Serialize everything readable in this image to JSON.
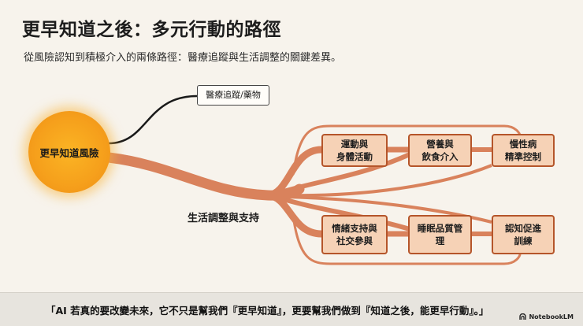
{
  "title": "更早知道之後：多元行動的路徑",
  "subtitle": "從風險認知到積極介入的兩條路徑：醫療追蹤與生活調整的關鍵差異。",
  "center": "更早知道風險",
  "branch_medical": "醫療追蹤/藥物",
  "branch_lifestyle": "生活調整與支持",
  "actions": {
    "exercise": "運動與\n身體活動",
    "nutrition": "營養與\n飲食介入",
    "chronic": "慢性病\n精準控制",
    "emotional": "情緒支持與\n社交參與",
    "sleep": "睡眠品質管\n理",
    "cognitive": "認知促進\n訓練"
  },
  "quote": "「AI 若真的要改變未來，它不只是幫我們『更早知道』，更要幫我們做到『知道之後，能更早行動』。」",
  "brand": "NotebookLM",
  "colors": {
    "sun": "#f6a11c",
    "flow": "#d9825c",
    "box_fill": "#f6d2b6",
    "box_border": "#b5552a",
    "background": "#f7f3ec"
  }
}
